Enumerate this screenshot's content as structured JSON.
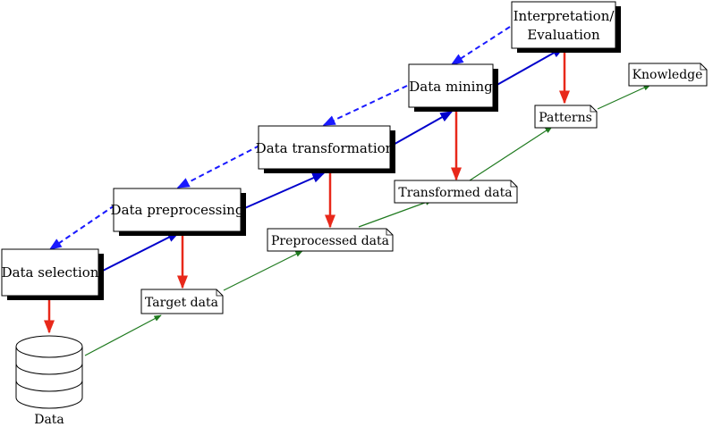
{
  "steps": {
    "selection": "Data selection",
    "preprocessing": "Data preprocessing",
    "transformation": "Data transformation",
    "mining": "Data mining",
    "evaluation_line1": "Interpretation/",
    "evaluation_line2": "Evaluation"
  },
  "artifacts": {
    "target": "Target data",
    "preprocessed": "Preprocessed data",
    "transformed": "Transformed data",
    "patterns": "Patterns",
    "knowledge": "Knowledge"
  },
  "database_label": "Data",
  "colors": {
    "forward_flow": "#0000cc",
    "feedback_flow": "#1a1aff",
    "produces": "#e8281a",
    "artifact_flow": "#1f7a1f",
    "shadow": "#000000",
    "box_border": "#000000"
  }
}
